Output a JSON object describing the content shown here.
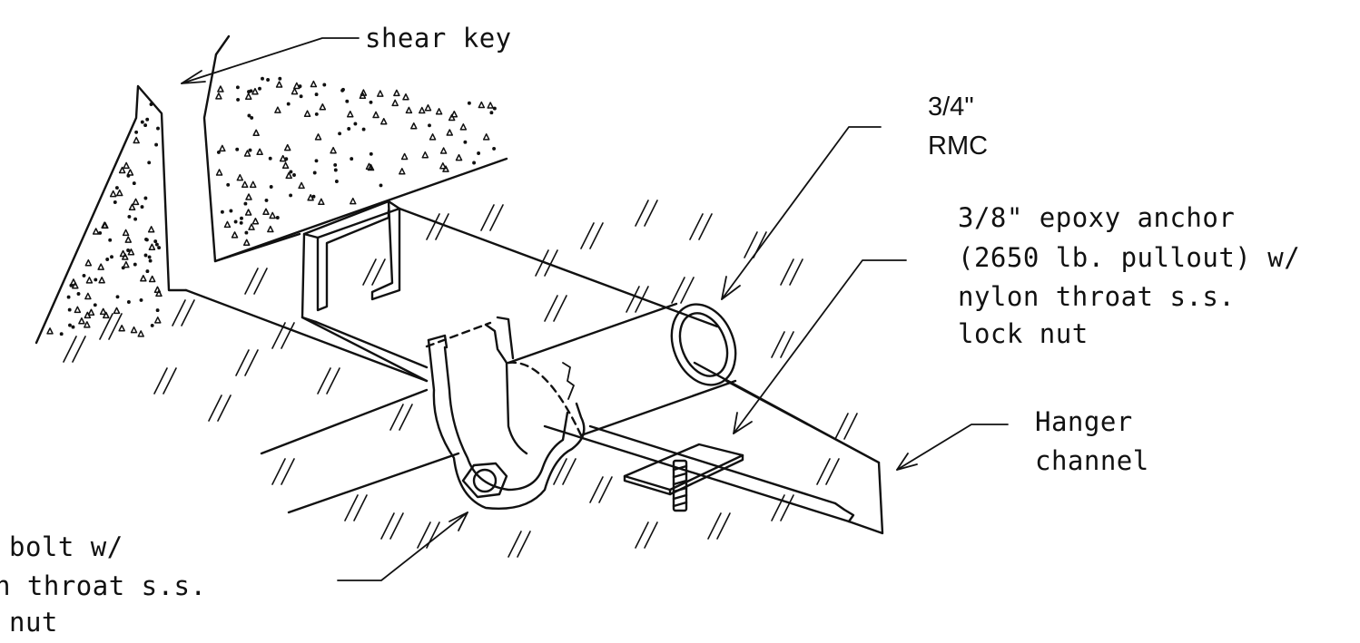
{
  "labels": {
    "shear_key": "shear key",
    "rmc": [
      "3/4\"",
      "RMC"
    ],
    "anchor": [
      "3/8\" epoxy anchor",
      "(2650 lb. pullout) w/",
      "nylon throat s.s.",
      "lock nut"
    ],
    "hanger": [
      "Hanger",
      "channel"
    ],
    "bolt": [
      "bolt w/",
      "n throat s.s.",
      "nut"
    ]
  },
  "colors": {
    "ink": "#111111",
    "paper": "#ffffff"
  }
}
